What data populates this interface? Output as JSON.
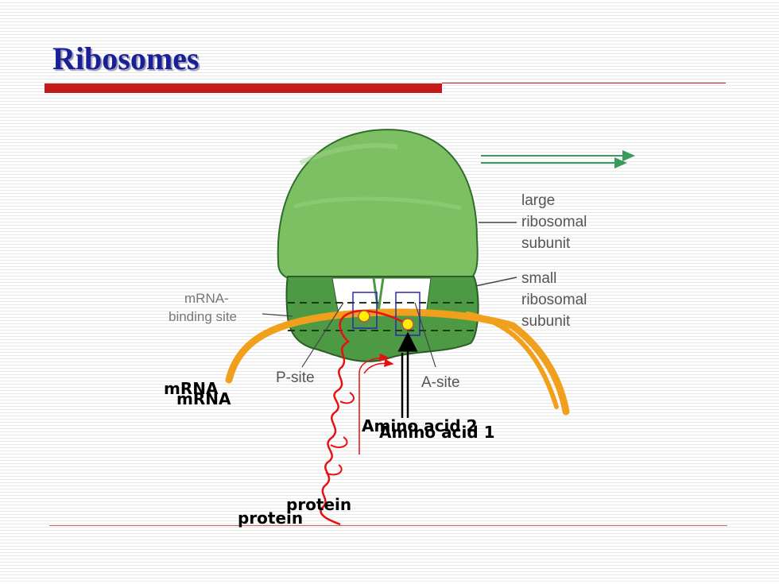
{
  "slide": {
    "title": "Ribosomes"
  },
  "diagram": {
    "large_subunit": [
      "large",
      "ribosomal",
      "subunit"
    ],
    "small_subunit": [
      "small",
      "ribosomal",
      "subunit"
    ],
    "binding_site": [
      "mRNA-",
      "binding site"
    ],
    "p_site": "P-site",
    "a_site": "A-site"
  },
  "annotations": {
    "mrna_1": "mRNA",
    "mrna_2": "mRNA",
    "amino_acid_2": "Amino acid 2",
    "amino_acid_1": "Amino acid 1",
    "protein_1": "protein",
    "protein_2": "protein"
  },
  "colors": {
    "title": "#1a1f96",
    "rule": "#c41a1a",
    "large_subunit": "#7cc063",
    "small_subunit": "#4e9a44",
    "mrna": "#f0a01c",
    "protein": "#e81010",
    "amino_acid": "#ffee00",
    "arrow": "#3a9a5a"
  }
}
